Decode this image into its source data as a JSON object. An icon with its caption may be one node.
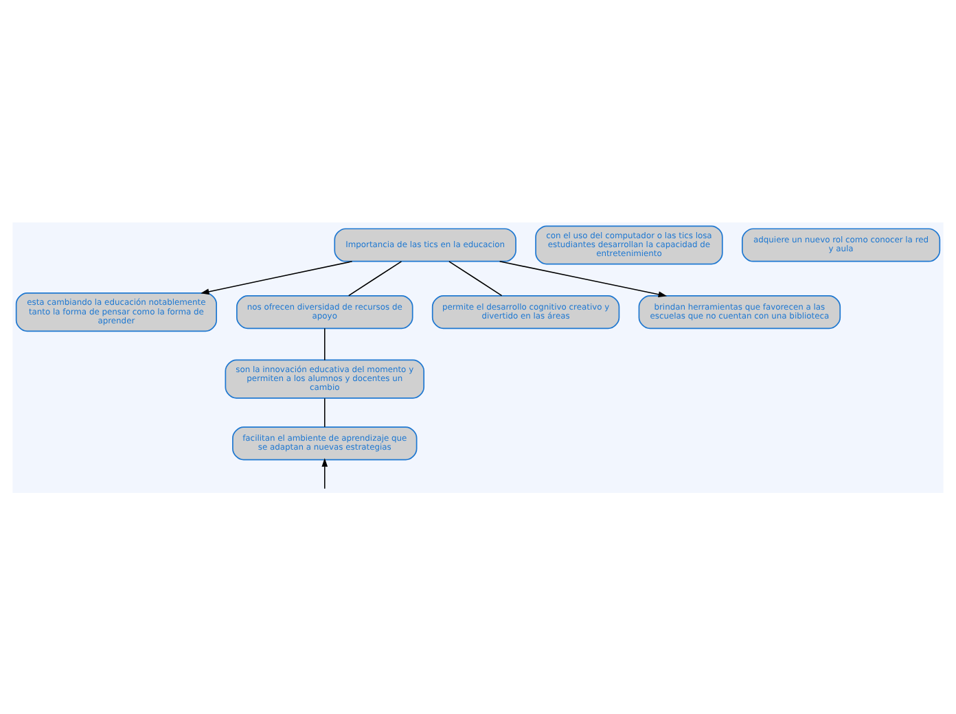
{
  "diagram": {
    "nodes": [
      {
        "text": [
          "Importancia de las tics en la educacion"
        ]
      },
      {
        "text": [
          "esta cambiando la educación notablemente tanto la forma de pensar como la forma de aprender"
        ]
      },
      {
        "text": [
          "nos ofrecen diversidad de recursos de apoyo"
        ]
      },
      {
        "text": [
          "permite el desarrollo cognitivo creativo y divertido en las áreas"
        ]
      },
      {
        "text": [
          "brindan herramientas que favorecen a las escuelas que no cuentan con una biblioteca"
        ]
      },
      {
        "text": [
          "son la innovación educativa del momento y permiten a los alumnos y docentes un cambio"
        ]
      },
      {
        "text": [
          "con el uso del computador o las tics losa estudiantes desarrollan la capacidad de entretenimiento"
        ]
      },
      {
        "text": [
          "facilitan el ambiente de aprendizaje que se adaptan a nuevas estrategias"
        ]
      },
      {
        "text": [
          "adquiere un nuevo rol como conocer la red y aula"
        ]
      }
    ],
    "edges": [
      {
        "from": 0,
        "to": 1,
        "arrow": "to"
      },
      {
        "from": 0,
        "to": 4,
        "arrow": "to"
      },
      {
        "from": 0,
        "to": 2,
        "arrow": "none"
      },
      {
        "from": 0,
        "to": 3,
        "arrow": "none"
      },
      {
        "from": 2,
        "to": 5,
        "arrow": "none"
      },
      {
        "from": 5,
        "to": 7,
        "arrow": "none"
      },
      {
        "from": null,
        "to": 7,
        "arrow": "to"
      }
    ]
  }
}
